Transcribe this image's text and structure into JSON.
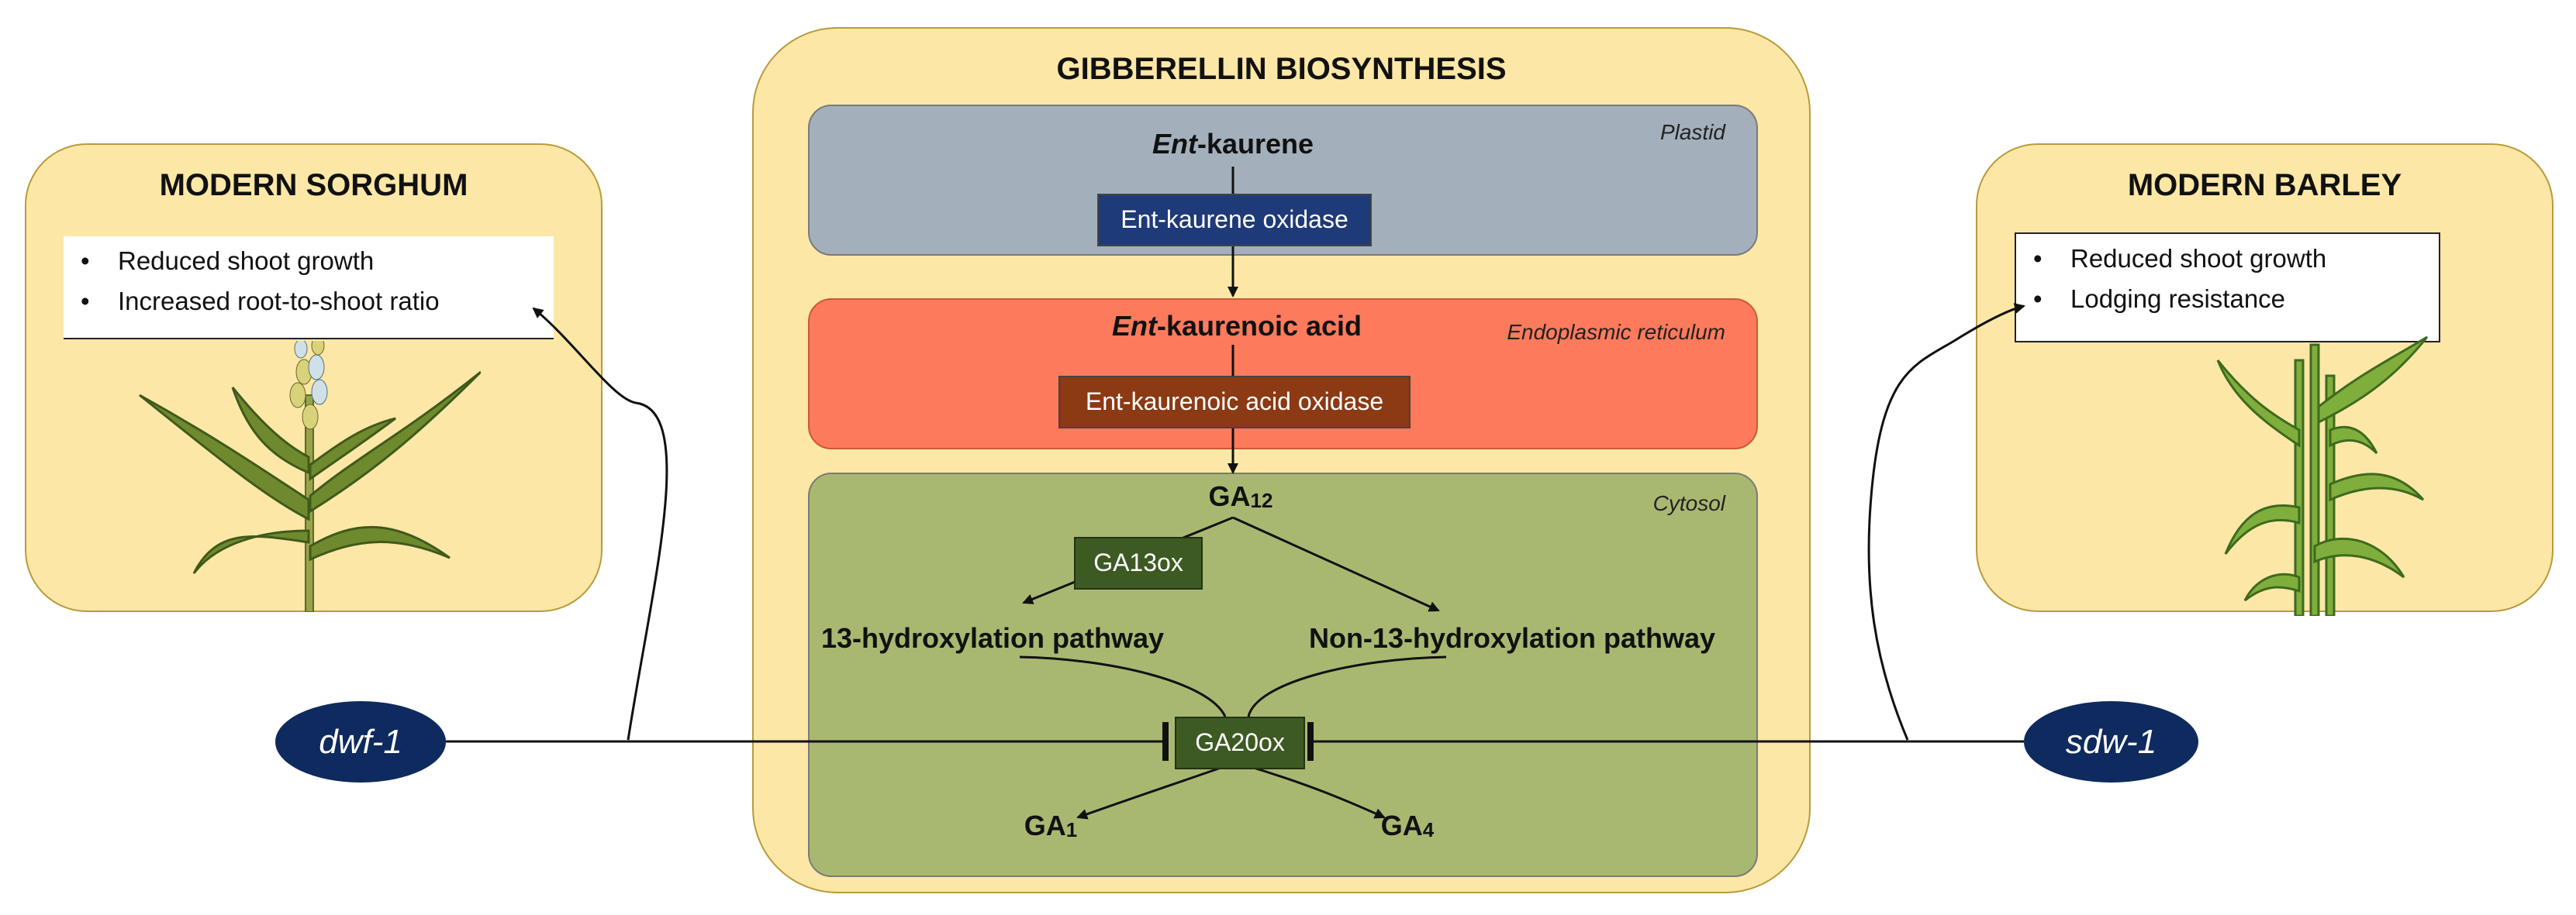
{
  "center": {
    "title": "GIBBERELLIN BIOSYNTHESIS",
    "plastid": {
      "label": "Plastid",
      "molecule_prefix": "Ent",
      "molecule_suffix": "-kaurene",
      "enzyme": "Ent-kaurene oxidase"
    },
    "er": {
      "label": "Endoplasmic reticulum",
      "molecule_prefix": "Ent",
      "molecule_suffix": "-kaurenoic acid",
      "enzyme": "Ent-kaurenoic acid oxidase"
    },
    "cytosol": {
      "label": "Cytosol",
      "ga12_base": "GA",
      "ga12_sub": "12",
      "ga13ox": "GA13ox",
      "pathway_left": "13-hydroxylation pathway",
      "pathway_right": "Non-13-hydroxylation pathway",
      "ga20ox": "GA20ox",
      "ga1_base": "GA",
      "ga1_sub": "1",
      "ga4_base": "GA",
      "ga4_sub": "4"
    }
  },
  "left": {
    "title": "MODERN SORGHUM",
    "bullets": [
      "Reduced shoot growth",
      "Increased root-to-shoot ratio"
    ],
    "gene": "dwf-1",
    "plant_icon": "sorghum-plant-icon"
  },
  "right": {
    "title": "MODERN BARLEY",
    "bullets": [
      "Reduced shoot growth",
      "Lodging resistance"
    ],
    "gene": "sdw-1",
    "plant_icon": "barley-plant-icon"
  },
  "colors": {
    "panel_fill": "#fde7a6",
    "plastid_fill": "#a3b0bc",
    "er_fill": "#fe7a5c",
    "cytosol_fill": "#a9b871",
    "kaurene_oxidase_fill": "#1f3a78",
    "kaurenoic_oxidase_fill": "#8b3a14",
    "ga_enzyme_fill": "#3d5a23",
    "gene_fill": "#0e2a5e"
  }
}
